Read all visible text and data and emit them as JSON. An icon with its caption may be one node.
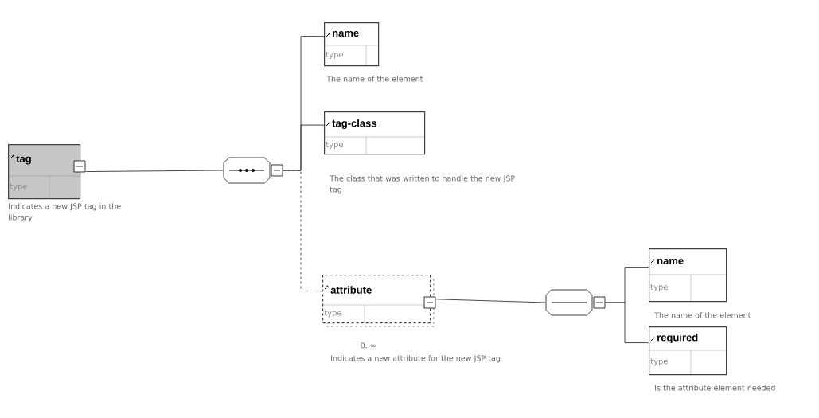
{
  "diagram": {
    "nodes": [
      {
        "text": [
          "tag",
          "type"
        ],
        "beside": [
          "Indicates a new JSP tag in the library"
        ]
      },
      {
        "text": [],
        "shape": "octagon"
      },
      {
        "text": [
          "name",
          "type"
        ],
        "beside": [
          "The name of the element"
        ]
      },
      {
        "text": [
          "tag-class",
          "type"
        ],
        "beside": [
          "The class that was written to handle the new JSP tag"
        ]
      },
      {
        "text": [
          "attribute",
          "type"
        ],
        "beside": [
          "0..∞",
          "Indicates a new attribute for the new JSP tag"
        ]
      },
      {
        "text": [],
        "shape": "octagon"
      },
      {
        "text": [
          "name",
          "type"
        ],
        "beside": [
          "The name of the element"
        ]
      },
      {
        "text": [
          "required",
          "type"
        ],
        "beside": [
          "Is the attribute element needed"
        ]
      }
    ],
    "edges": [
      {
        "from": 0,
        "to": 1,
        "arrow": "none"
      },
      {
        "from": 1,
        "to": 2,
        "arrow": "none"
      },
      {
        "from": 1,
        "to": 3,
        "arrow": "none"
      },
      {
        "from": 1,
        "to": 4,
        "arrow": "none",
        "style": "dashed"
      },
      {
        "from": 4,
        "to": 5,
        "arrow": "none"
      },
      {
        "from": 5,
        "to": 6,
        "arrow": "none"
      },
      {
        "from": 5,
        "to": 7,
        "arrow": "none"
      }
    ]
  }
}
